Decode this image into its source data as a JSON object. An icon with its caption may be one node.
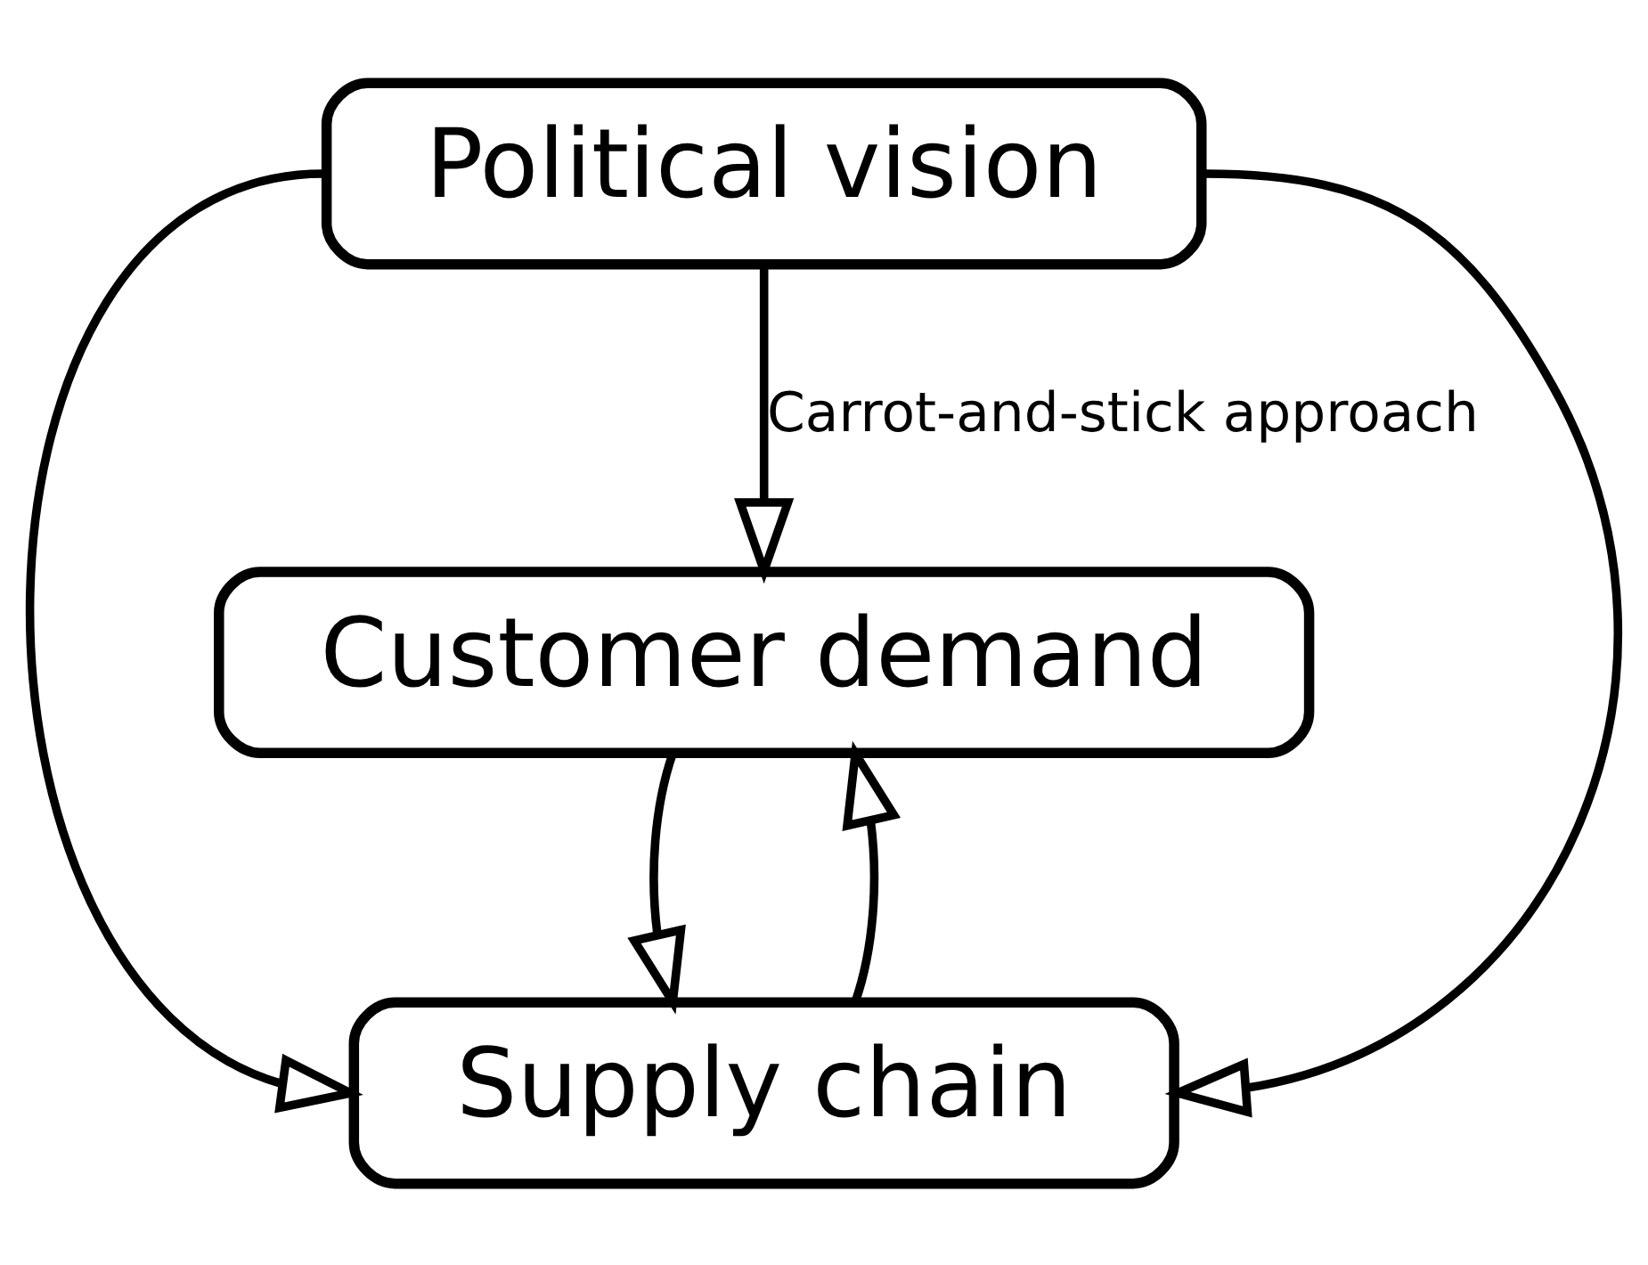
{
  "diagram": {
    "nodes": [
      {
        "text": [
          "Political vision"
        ]
      },
      {
        "text": [
          "Customer demand"
        ]
      },
      {
        "text": [
          "Supply chain"
        ]
      }
    ],
    "edges": [
      {
        "from": 0,
        "to": 1,
        "arrow": "to",
        "label": "Carrot-and-stick approach"
      },
      {
        "from": 1,
        "to": 2,
        "arrow": "to"
      },
      {
        "from": 2,
        "to": 1,
        "arrow": "to"
      },
      {
        "from": 0,
        "to": 2,
        "arrow": "to"
      },
      {
        "from": 0,
        "to": 2,
        "arrow": "to"
      }
    ]
  }
}
